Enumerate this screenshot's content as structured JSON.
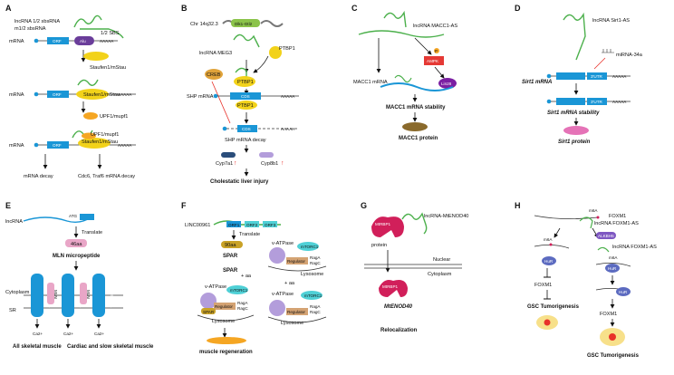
{
  "panels": {
    "A": {
      "label": "A",
      "lnc_title_1": "lncRNA 1/2 sbsRNA",
      "lnc_title_2": "m1/2 sbsRNA",
      "sbs": "1/2 SBS",
      "mrna": "mRNA",
      "orf": "ORF",
      "alu": "Alu",
      "polya": "AAAAA",
      "staufen": "Staufen1/mStau",
      "upf1": "UPF1/mupf1",
      "out1": "mRNA decay",
      "out2": "Cdc6, Traf6 mRNA decay"
    },
    "B": {
      "label": "B",
      "chr": "Chr 14q32.3",
      "dlk1": "Dlk1-Gtl2",
      "meg3": "lncRNA MEG3",
      "ptbp1": "PTBP1",
      "creb": "CREB",
      "shp": "SHP mRNA",
      "cds": "CDS",
      "polya": "AAAAA",
      "decay": "SHP mRNA decay",
      "cyp7": "Cyp7a1",
      "cyp8": "Cyp8b1",
      "out": "Cholestatic liver injury"
    },
    "C": {
      "label": "C",
      "lnc": "lncRNA MACC1-AS",
      "ampk": "AMPK",
      "p": "P",
      "lin28": "Lin28",
      "mrna": "MACC1 mRNA",
      "stab": "MACC1 mRNA stability",
      "prot": "MACC1 protein"
    },
    "D": {
      "label": "D",
      "lnc": "lncRNA Sirt1-AS",
      "mir": "miRNA-34a",
      "mrna": "Sirt1 mRNA",
      "utr": "3'UTR",
      "polya": "AAAAA",
      "stab": "Sirt1 mRNA stability",
      "prot": "Sirt1 protein"
    },
    "E": {
      "label": "E",
      "lnc": "lncRNA",
      "atg": "ATG",
      "translate": "Translate",
      "aa": "46aa",
      "mln": "MLN micropeptide",
      "cytoplasm": "Cytoplasm",
      "sr": "SR",
      "serca": "SERCA",
      "mln_short": "MLN",
      "ca": "Ca2+",
      "out1": "All skeletal muscle",
      "out2": "Cardiac and slow skeletal muscle"
    },
    "F": {
      "label": "F",
      "linc": "LINC00961",
      "orf1": "ORF1",
      "orf2": "ORF2",
      "orf3": "ORF3",
      "translate": "Translate",
      "aa": "90aa",
      "spar": "SPAR",
      "plus_aa": "+ aa",
      "vatp": "v-ATPase",
      "mtorc1": "mTORC1",
      "regulator": "Regulator",
      "raga": "RagA",
      "ragc": "RagC",
      "lysosome": "Lysosome",
      "out": "muscle regeneration"
    },
    "G": {
      "label": "G",
      "prot": "MtRBP1",
      "protein": "protein",
      "lnc": "lncRNA-MtENOD40",
      "nuclear": "Nuclear",
      "cytoplasm": "Cytoplasm",
      "enod": "MtENOD40",
      "out": "Relocalization"
    },
    "H": {
      "label": "H",
      "m6a": "m6A",
      "foxm1": "FOXM1",
      "lnc": "lncRNA FOXM1-AS",
      "alkbh5": "ALKBH5",
      "hur": "HuR",
      "out": "GSC Tumorigenesis"
    }
  },
  "colors": {
    "green": "#4cb04c",
    "blue": "#1a96d6",
    "purple": "#6a3d9a",
    "yellow": "#f2d21a",
    "orange": "#f5a623",
    "magenta": "#d11f5a",
    "teal": "#2aa39b",
    "cyan": "#4fd0d6",
    "red": "#e8312a"
  }
}
